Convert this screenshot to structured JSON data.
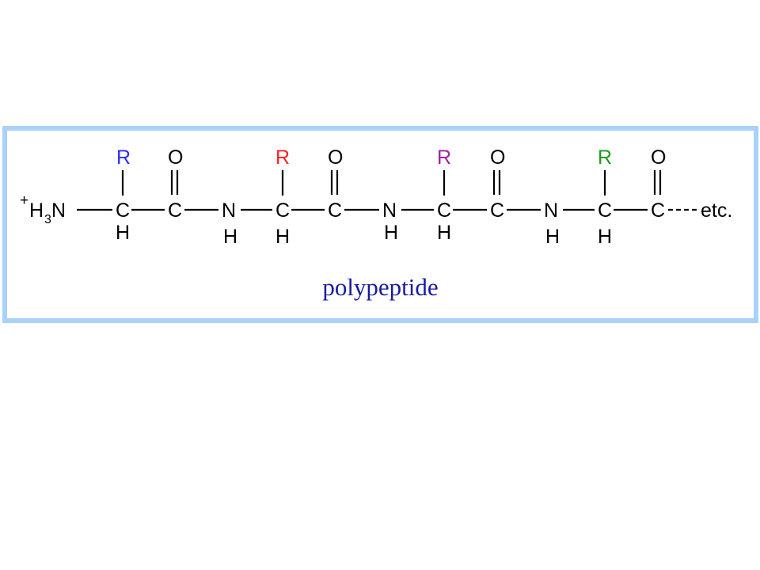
{
  "diagram": {
    "caption": "polypeptide",
    "border_color": "#a9d1f9",
    "caption_color": "#1a1aa0",
    "n_terminus": {
      "charge": "+",
      "label": "H",
      "subscript": "3",
      "atom": "N"
    },
    "tail": "etc.",
    "atoms": {
      "carbon": "C",
      "nitrogen": "N",
      "oxygen": "O",
      "hydrogen": "H"
    },
    "residues": [
      {
        "side_chain": "R",
        "color": "#2b2bff"
      },
      {
        "side_chain": "R",
        "color": "#ff2222"
      },
      {
        "side_chain": "R",
        "color": "#a020a0"
      },
      {
        "side_chain": "R",
        "color": "#1e9a1e"
      }
    ]
  }
}
